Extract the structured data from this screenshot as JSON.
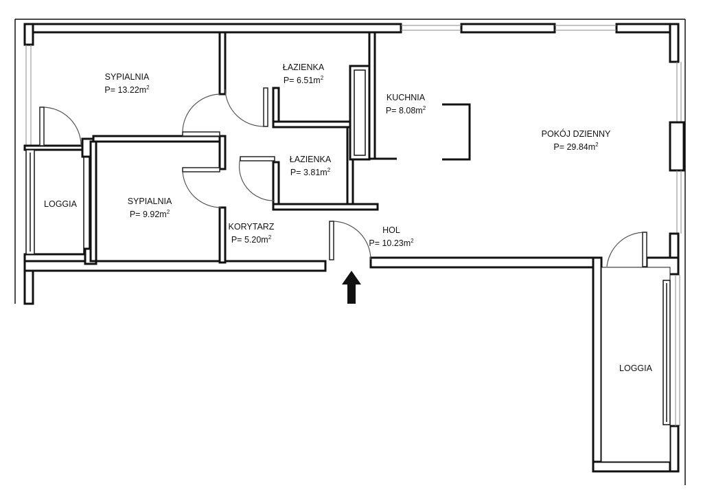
{
  "rooms": {
    "bedroom_1": {
      "name": "SYPIALNIA",
      "area": "P= 13.22m",
      "unit_exp": "2"
    },
    "bathroom_1": {
      "name": "ŁAZIENKA",
      "area": "P= 6.51m",
      "unit_exp": "2"
    },
    "kitchen": {
      "name": "KUCHNIA",
      "area": "P= 8.08m",
      "unit_exp": "2"
    },
    "living_room": {
      "name": "POKÓJ DZIENNY",
      "area": "P= 29.84m",
      "unit_exp": "2"
    },
    "bathroom_2": {
      "name": "ŁAZIENKA",
      "area": "P= 3.81m",
      "unit_exp": "2"
    },
    "loggia_left": {
      "name": "LOGGIA"
    },
    "bedroom_2": {
      "name": "SYPIALNIA",
      "area": "P= 9.92m",
      "unit_exp": "2"
    },
    "corridor": {
      "name": "KORYTARZ",
      "area": "P= 5.20m",
      "unit_exp": "2"
    },
    "hall": {
      "name": "HOL",
      "area": "P= 10.23m",
      "unit_exp": "2"
    },
    "loggia_right": {
      "name": "LOGGIA"
    }
  },
  "entrance": {
    "icon": "entrance-arrow-icon"
  },
  "colors": {
    "wall": "#111111",
    "glass": "#8a8a8a",
    "background": "#ffffff"
  }
}
